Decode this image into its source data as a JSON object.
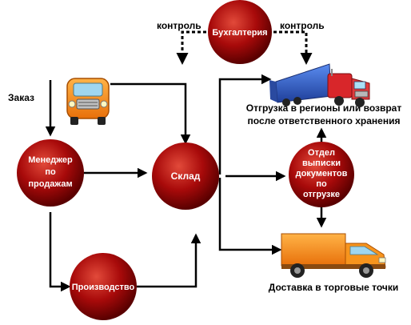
{
  "nodes": {
    "accounting": "Бухгалтерия",
    "sales_manager": [
      "Менеджер",
      "по",
      "продажам"
    ],
    "warehouse": "Склад",
    "dispatch_docs": [
      "Отдел",
      "выписки",
      "документов",
      "по",
      "отгрузке"
    ],
    "production": "Производство"
  },
  "labels": {
    "order": "Заказ",
    "control_left": "контроль",
    "control_right": "контроль",
    "shipment": [
      "Отгрузка в регионы или возврат",
      "после ответственного хранения"
    ],
    "delivery": "Доставка в торговые точки"
  },
  "colors": {
    "node_dark": "#5a0000",
    "node_mid": "#a80a0a",
    "node_light": "#e24a3a",
    "text": "#000000",
    "node_text": "#ffffff",
    "truck_orange": "#f7941d",
    "truck_blue": "#2f5fc8",
    "truck_red": "#d8262a"
  },
  "icons": [
    "small-truck-icon",
    "semi-truck-icon",
    "delivery-truck-icon"
  ]
}
